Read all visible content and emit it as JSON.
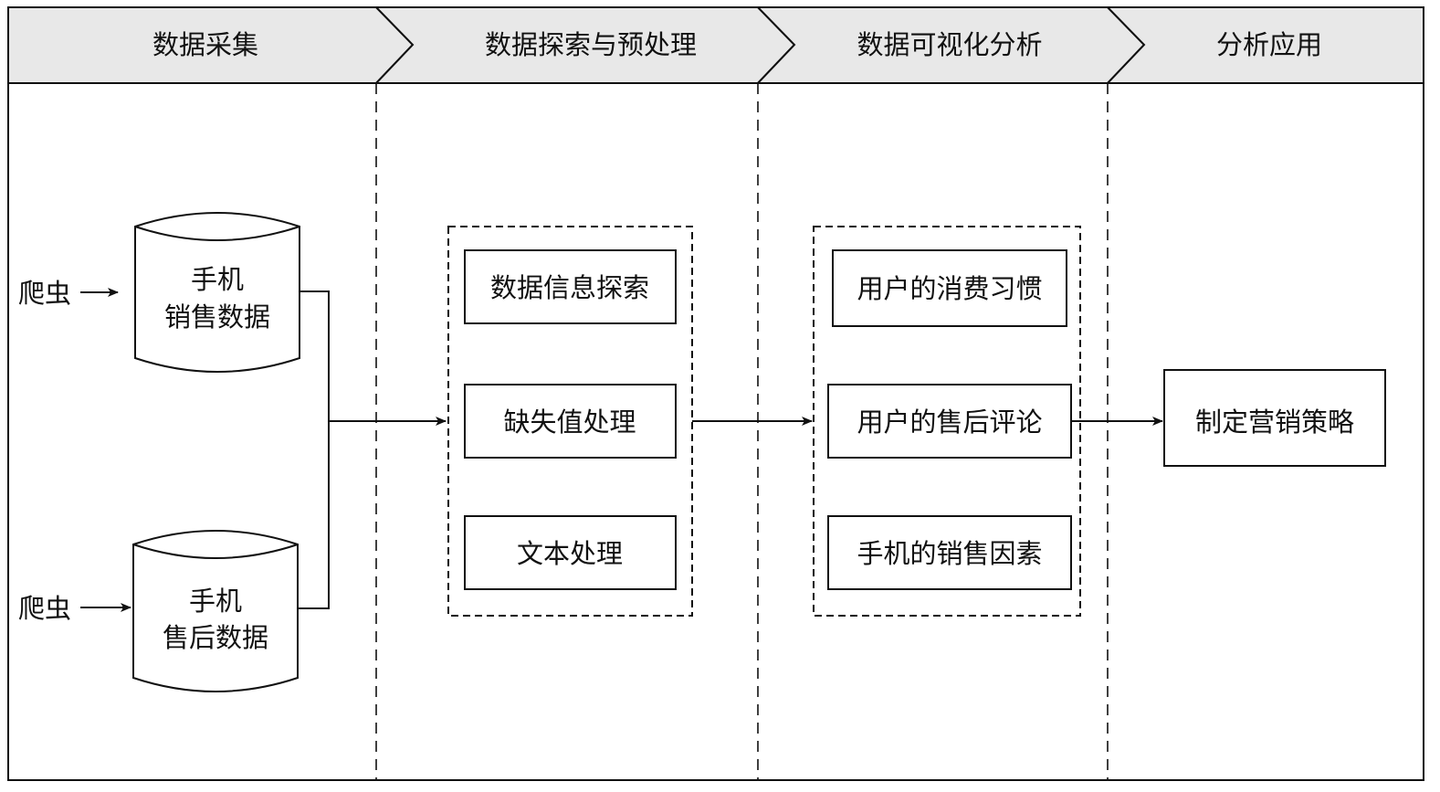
{
  "stages": [
    {
      "label": "数据采集"
    },
    {
      "label": "数据探索与预处理"
    },
    {
      "label": "数据可视化分析"
    },
    {
      "label": "分析应用"
    }
  ],
  "sources": [
    {
      "crawler": "爬虫",
      "line1": "手机",
      "line2": "销售数据"
    },
    {
      "crawler": "爬虫",
      "line1": "手机",
      "line2": "售后数据"
    }
  ],
  "preprocess": {
    "items": [
      "数据信息探索",
      "缺失值处理",
      "文本处理"
    ]
  },
  "analysis": {
    "items": [
      "用户的消费习惯",
      "用户的售后评论",
      "手机的销售因素"
    ]
  },
  "application": {
    "label": "制定营销策略"
  },
  "colors": {
    "header_fill": "#e8e8e8",
    "stroke": "#111111",
    "background": "#ffffff"
  }
}
